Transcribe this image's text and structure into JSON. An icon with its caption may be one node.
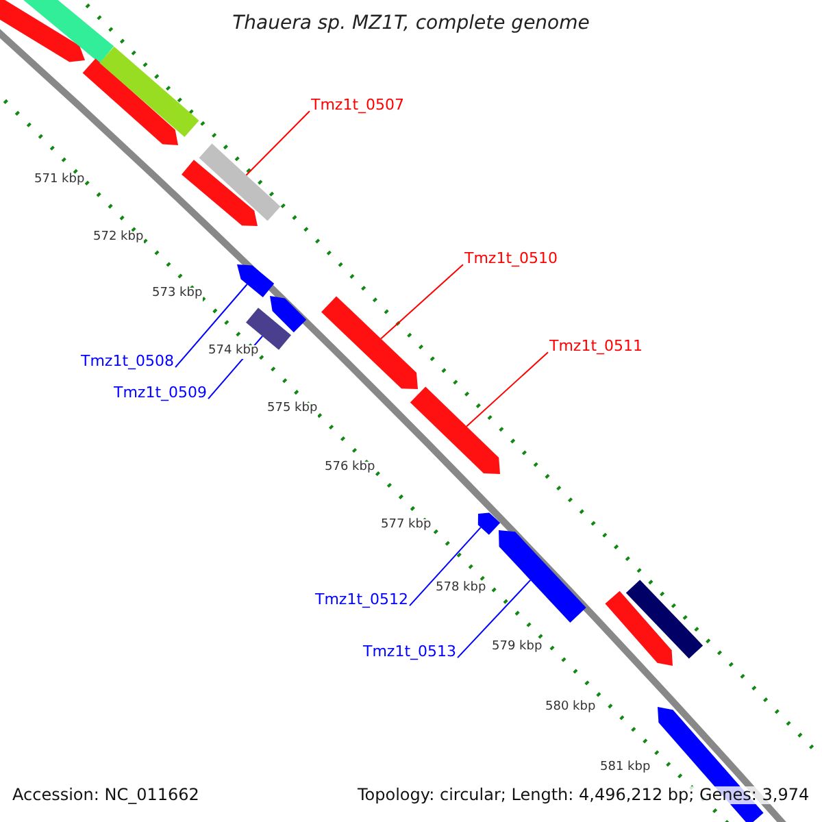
{
  "diagram": {
    "title": "Thauera sp. MZ1T, complete genome",
    "nodes": [
      {
        "text": [
          "Tmz1t_0507"
        ]
      },
      {
        "text": [],
        "shape": "bar"
      },
      {
        "text": [
          "Tmz1t_0510"
        ]
      },
      {
        "text": [],
        "shape": "arrow"
      },
      {
        "text": [
          "Tmz1t_0511"
        ]
      },
      {
        "text": [],
        "shape": "arrow"
      },
      {
        "text": [
          "Tmz1t_0508"
        ]
      },
      {
        "text": [],
        "shape": "arrow"
      },
      {
        "text": [
          "Tmz1t_0509"
        ]
      },
      {
        "text": [],
        "shape": "bar"
      },
      {
        "text": [
          "Tmz1t_0512"
        ]
      },
      {
        "text": [],
        "shape": "arrow"
      },
      {
        "text": [
          "Tmz1t_0513"
        ]
      },
      {
        "text": [],
        "shape": "arrow"
      },
      {
        "text": [],
        "shape": "arrow"
      },
      {
        "text": [],
        "shape": "bar"
      },
      {
        "text": [],
        "shape": "arrow"
      },
      {
        "text": [],
        "shape": "bar"
      },
      {
        "text": [],
        "shape": "arrow"
      },
      {
        "text": [],
        "shape": "arrow"
      },
      {
        "text": [],
        "shape": "bar"
      },
      {
        "text": [],
        "shape": "arrow"
      },
      {
        "text": [],
        "shape": "arrow"
      }
    ],
    "edges": [
      {
        "from": 0,
        "to": 1,
        "arrow": "none",
        "color": "#ff0000"
      },
      {
        "from": 2,
        "to": 3,
        "arrow": "none",
        "color": "#ff0000"
      },
      {
        "from": 4,
        "to": 5,
        "arrow": "none",
        "color": "#ff0000"
      },
      {
        "from": 6,
        "to": 7,
        "arrow": "none"
      },
      {
        "from": 8,
        "to": 9,
        "arrow": "none"
      },
      {
        "from": 10,
        "to": 11,
        "arrow": "none"
      },
      {
        "from": 12,
        "to": 13,
        "arrow": "none"
      }
    ],
    "labels": [
      "571 kbp",
      "572 kbp",
      "573 kbp",
      "574 kbp",
      "575 kbp",
      "576 kbp",
      "577 kbp",
      "578 kbp",
      "579 kbp",
      "580 kbp",
      "581 kbp",
      "Accession: NC_011662",
      "Topology: circular; Length: 4,496,212 bp; Genes: 3,974"
    ]
  }
}
